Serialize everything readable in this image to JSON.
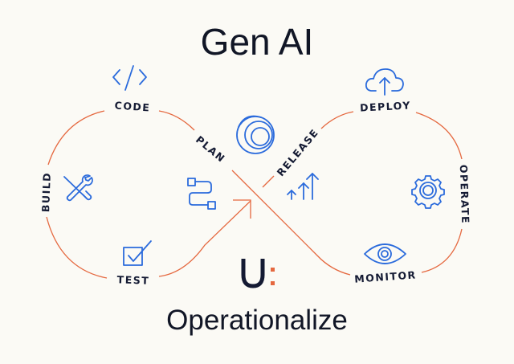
{
  "title": "Gen AI",
  "subtitle": "Operationalize",
  "logo": {
    "text": "U:",
    "letter": "U",
    "colon": ":"
  },
  "stages": {
    "code": "CODE",
    "plan": "PLAN",
    "build": "BUILD",
    "test": "TEST",
    "release": "RELEASE",
    "deploy": "DEPLOY",
    "operate": "OPERATE",
    "monitor": "MONITOR"
  },
  "colors": {
    "accent": "#e5683f",
    "icon": "#2b6bdc",
    "text": "#141a33",
    "background": "#fbfaf5"
  }
}
